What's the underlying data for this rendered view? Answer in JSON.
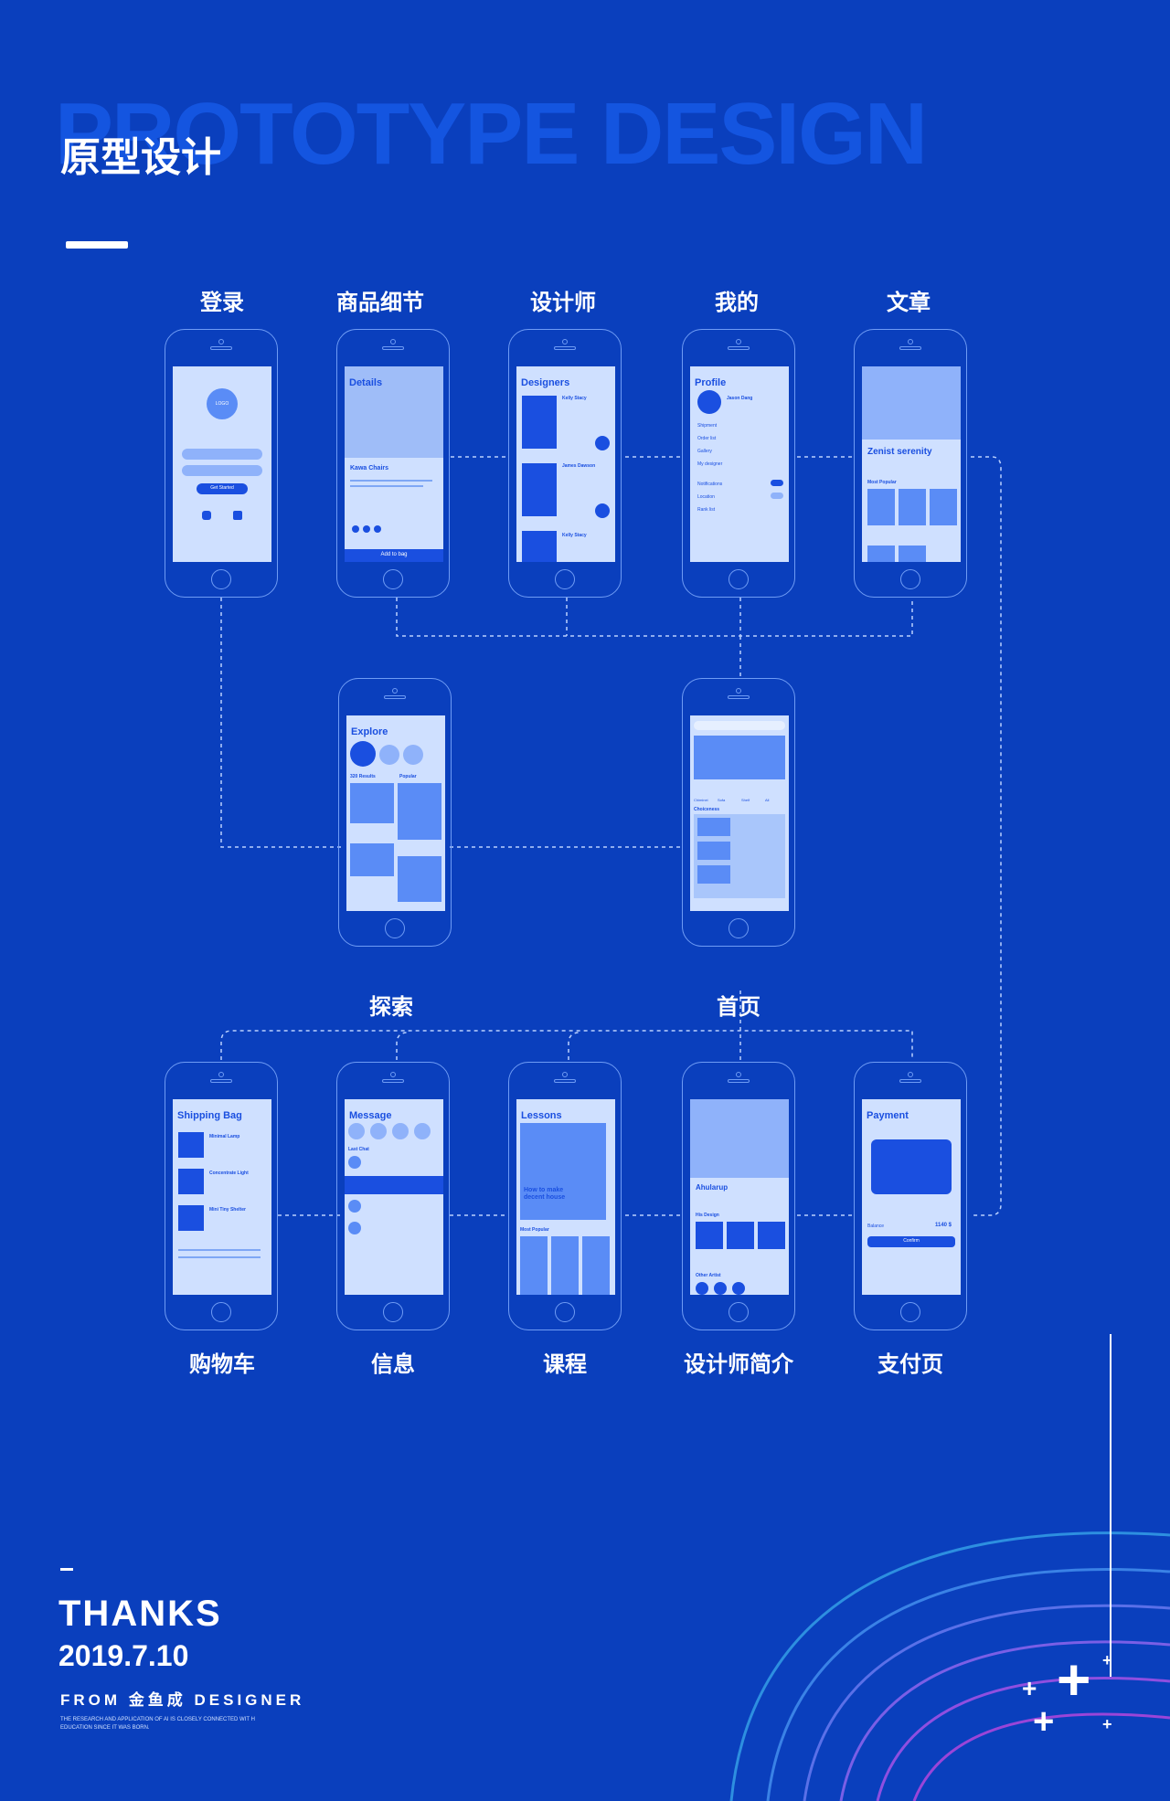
{
  "header": {
    "bg_title": "PROTOTYPE DESIGN",
    "title": "原型设计"
  },
  "screens": {
    "login": {
      "label": "登录",
      "logo": "LOGO",
      "button": "Get Started"
    },
    "details": {
      "label": "商品细节",
      "title": "Details",
      "product": "Kawa Chairs",
      "cta": "Add to bag"
    },
    "designers": {
      "label": "设计师",
      "title": "Designers",
      "name1": "Kelly Stacy",
      "name2": "James Dawson",
      "name3": "Kelly Stacy"
    },
    "profile": {
      "label": "我的",
      "title": "Profile",
      "user": "Jason Dang",
      "items": [
        "Shipment",
        "Order list",
        "Gallery",
        "My designer",
        "Notifications",
        "Location",
        "Rank list"
      ]
    },
    "article": {
      "label": "文章",
      "title": "Zenist serenity",
      "section": "Most Popular"
    },
    "explore": {
      "label": "探索",
      "title": "Explore",
      "results": "320 Results",
      "sort": "Popular"
    },
    "home": {
      "label": "首页",
      "section": "Choiceness",
      "cats": [
        "Chiminei",
        "Sofa",
        "Shelf",
        "All"
      ]
    },
    "bag": {
      "label": "购物车",
      "title": "Shipping Bag",
      "items": [
        "Minimal Lamp",
        "Concentrate Light",
        "Mini Tiny Shelter"
      ]
    },
    "message": {
      "label": "信息",
      "title": "Message",
      "section": "Last Chat"
    },
    "lessons": {
      "label": "课程",
      "title": "Lessons",
      "feature": "How to make decent house",
      "section": "Most Popular"
    },
    "designer_profile": {
      "label": "设计师简介",
      "name": "Ahularup",
      "section1": "His Design",
      "section2": "Other Artist"
    },
    "payment": {
      "label": "支付页",
      "title": "Payment",
      "balance_label": "Balance",
      "balance": "1140 $",
      "cta": "Confirm"
    }
  },
  "footer": {
    "thanks": "THANKS",
    "date": "2019.7.10",
    "from": "FROM 金鱼成 DESIGNER",
    "note": "THE RESEARCH AND APPLICATION OF AI IS CLOSELY CONNECTED WIT H EDUCATION SINCE IT WAS BORN."
  },
  "colors": {
    "background": "#0a3fbd",
    "screen": "#cfe0ff",
    "accent": "#1a4fe0"
  }
}
